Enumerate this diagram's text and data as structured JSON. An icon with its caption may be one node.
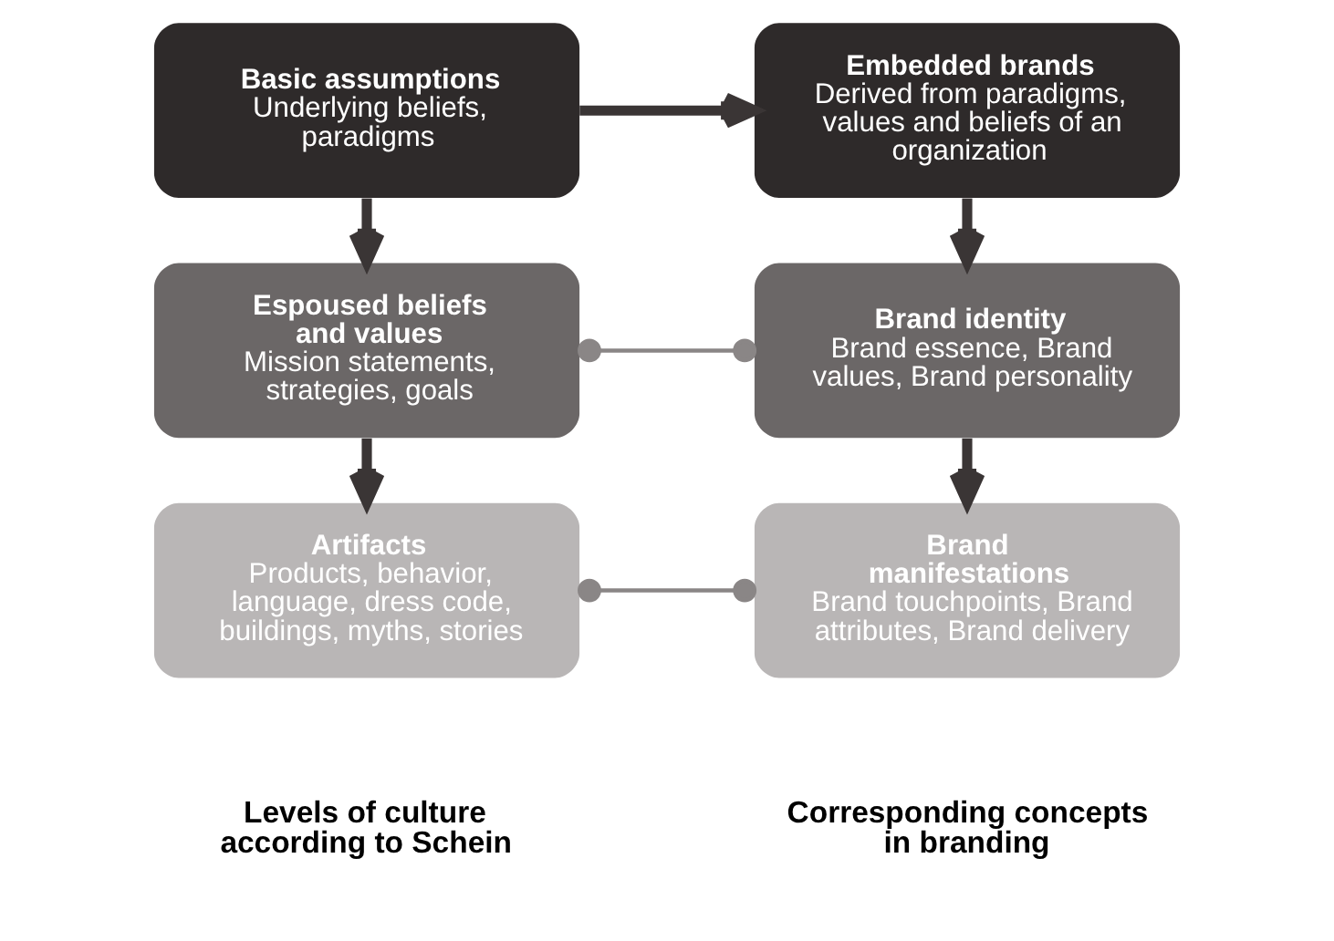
{
  "diagram": {
    "nodes": [
      {
        "text": [
          "Basic assumptions",
          "Underlying beliefs, paradigms"
        ]
      },
      {
        "text": [
          "Embedded brands",
          "Derived from paradigms, values and beliefs of an organization"
        ]
      },
      {
        "text": [
          "Espoused beliefs and values",
          "Mission statements, strategies, goals"
        ]
      },
      {
        "text": [
          "Brand identity",
          "Brand essence, Brand values, Brand personality"
        ]
      },
      {
        "text": [
          "Artifacts",
          "Products, behavior, language, dress code, buildings, myths, stories"
        ]
      },
      {
        "text": [
          "Brand manifestations",
          "Brand touchpoints, Brand attributes, Brand delivery"
        ]
      }
    ],
    "edges": [
      {
        "from": 0,
        "to": 1,
        "arrow": "to"
      },
      {
        "from": 0,
        "to": 2,
        "arrow": "to"
      },
      {
        "from": 1,
        "to": 3,
        "arrow": "to"
      },
      {
        "from": 2,
        "to": 3,
        "arrow": "other"
      },
      {
        "from": 2,
        "to": 4,
        "arrow": "to"
      },
      {
        "from": 3,
        "to": 5,
        "arrow": "to"
      },
      {
        "from": 4,
        "to": 5,
        "arrow": "other"
      }
    ],
    "labels": [
      "Levels of culture according to Schein",
      "Corresponding concepts in branding"
    ]
  }
}
